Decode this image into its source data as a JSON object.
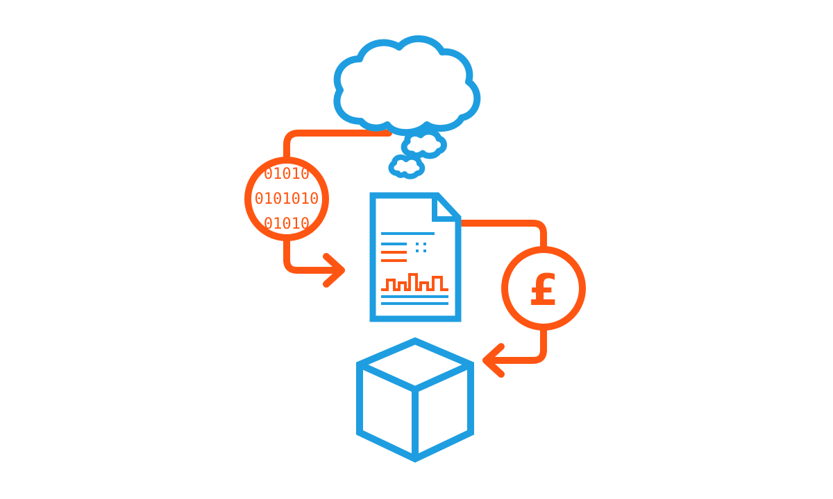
{
  "colors": {
    "blue": "#1e9ee0",
    "orange": "#ff5512",
    "background": "#ffffff"
  },
  "nodes": {
    "cloud": {
      "icon": "thought-cloud-icon"
    },
    "document": {
      "icon": "report-document-icon"
    },
    "binary": {
      "icon": "binary-data-icon",
      "lines": [
        "01010",
        "0101010",
        "01010"
      ]
    },
    "currency": {
      "icon": "pound-coin-icon",
      "symbol": "£"
    },
    "box": {
      "icon": "cube-box-icon"
    }
  }
}
